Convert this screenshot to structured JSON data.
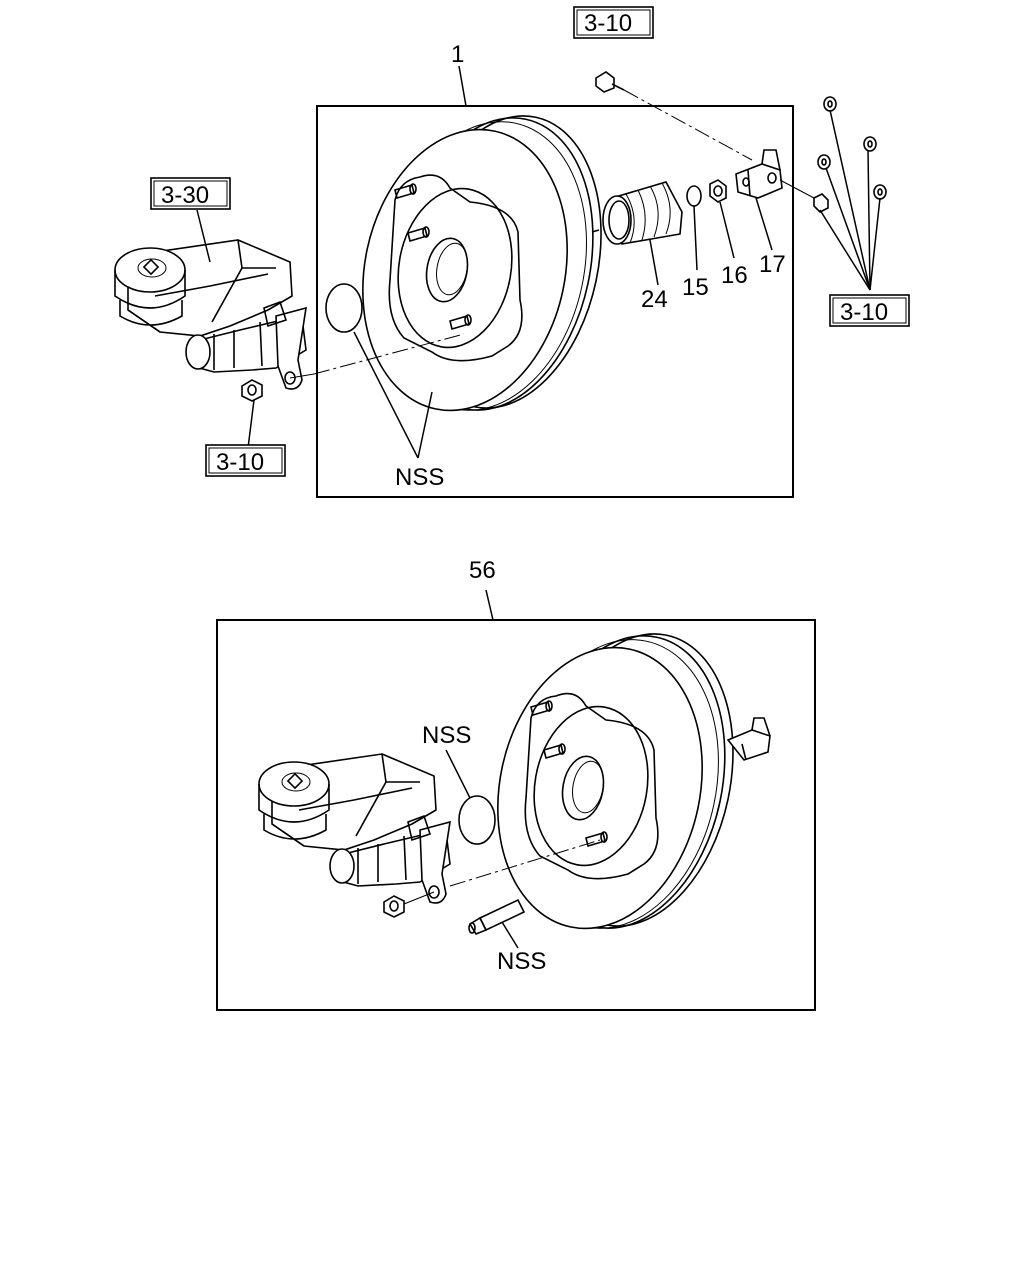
{
  "top_assembly": {
    "item_number": "1",
    "refs": {
      "top_bolt": "3-10",
      "reservoir": "3-30",
      "nut": "3-10",
      "bracket_hardware": "3-10"
    },
    "callouts": {
      "boot": "24",
      "washer": "15",
      "nut_ring": "16",
      "clevis": "17"
    },
    "nss_label": "NSS"
  },
  "bottom_assembly": {
    "item_number": "56",
    "nss_seal_label": "NSS",
    "nss_tube_label": "NSS"
  }
}
